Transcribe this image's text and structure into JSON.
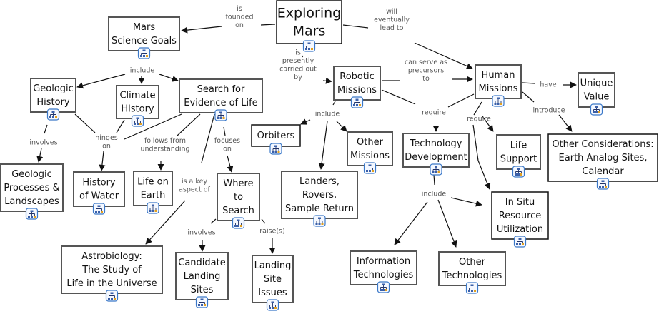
{
  "title": "Exploring Mars",
  "colors": {
    "background": "#ffffff",
    "node_border": "#555555",
    "link_text": "#555555",
    "icon_accent": "#3a78c8"
  },
  "nodes": [
    {
      "id": "exploring",
      "lines": [
        "Exploring",
        "Mars"
      ],
      "icon": "submap-icon"
    },
    {
      "id": "goals",
      "lines": [
        "Mars",
        "Science Goals"
      ],
      "icon": "submap-icon"
    },
    {
      "id": "geohist",
      "lines": [
        "Geologic",
        "History"
      ],
      "icon": "submap-icon"
    },
    {
      "id": "climate",
      "lines": [
        "Climate",
        "History"
      ],
      "icon": "submap-icon"
    },
    {
      "id": "search",
      "lines": [
        "Search for",
        "Evidence of Life"
      ],
      "icon": "submap-icon"
    },
    {
      "id": "geoproc",
      "lines": [
        "Geologic",
        "Processes &",
        "Landscapes"
      ],
      "icon": "submap-icon"
    },
    {
      "id": "water",
      "lines": [
        "History",
        "of Water"
      ],
      "icon": "submap-icon"
    },
    {
      "id": "lifeearth",
      "lines": [
        "Life on",
        "Earth"
      ],
      "icon": "submap-icon"
    },
    {
      "id": "where",
      "lines": [
        "Where",
        "to",
        "Search"
      ],
      "icon": "submap-icon"
    },
    {
      "id": "astro",
      "lines": [
        "Astrobiology:",
        "The Study of",
        "Life in the Universe"
      ],
      "icon": "submap-icon"
    },
    {
      "id": "candidate",
      "lines": [
        "Candidate",
        "Landing",
        "Sites"
      ],
      "icon": "submap-icon"
    },
    {
      "id": "issues",
      "lines": [
        "Landing",
        "Site",
        "Issues"
      ],
      "icon": "submap-icon"
    },
    {
      "id": "robotic",
      "lines": [
        "Robotic",
        "Missions"
      ],
      "icon": "submap-icon"
    },
    {
      "id": "orbiters",
      "lines": [
        "Orbiters"
      ],
      "icon": "submap-icon"
    },
    {
      "id": "othermis",
      "lines": [
        "Other",
        "Missions"
      ],
      "icon": "submap-icon"
    },
    {
      "id": "landers",
      "lines": [
        "Landers,",
        "Rovers,",
        "Sample Return"
      ],
      "icon": "submap-icon"
    },
    {
      "id": "human",
      "lines": [
        "Human",
        "Missions"
      ],
      "icon": "submap-icon"
    },
    {
      "id": "unique",
      "lines": [
        "Unique",
        "Value"
      ],
      "icon": "submap-icon"
    },
    {
      "id": "techdev",
      "lines": [
        "Technology",
        "Development"
      ],
      "icon": "submap-icon"
    },
    {
      "id": "lifesupport",
      "lines": [
        "Life",
        "Support"
      ],
      "icon": "submap-icon"
    },
    {
      "id": "othercons",
      "lines": [
        "Other Considerations:",
        "Earth Analog Sites,",
        "Calendar"
      ],
      "icon": "submap-icon"
    },
    {
      "id": "insitu",
      "lines": [
        "In Situ",
        "Resource",
        "Utilization"
      ],
      "icon": "submap-icon"
    },
    {
      "id": "infotech",
      "lines": [
        "Information",
        "Technologies"
      ],
      "icon": "submap-icon"
    },
    {
      "id": "othertech",
      "lines": [
        "Other",
        "Technologies"
      ],
      "icon": "submap-icon"
    }
  ],
  "links": [
    {
      "id": "l_founded",
      "lines": [
        "is",
        "founded",
        "on"
      ]
    },
    {
      "id": "l_lead",
      "lines": [
        "will",
        "eventually",
        "lead to"
      ]
    },
    {
      "id": "l_carried",
      "lines": [
        "is",
        "presently",
        "carried out",
        "by"
      ]
    },
    {
      "id": "l_include1",
      "lines": [
        "include"
      ]
    },
    {
      "id": "l_involves1",
      "lines": [
        "involves"
      ]
    },
    {
      "id": "l_hinges",
      "lines": [
        "hinges",
        "on"
      ]
    },
    {
      "id": "l_follows",
      "lines": [
        "follows from",
        "understanding"
      ]
    },
    {
      "id": "l_keyaspect",
      "lines": [
        "is a key",
        "aspect of"
      ]
    },
    {
      "id": "l_focuses",
      "lines": [
        "focuses",
        "on"
      ]
    },
    {
      "id": "l_involves2",
      "lines": [
        "involves"
      ]
    },
    {
      "id": "l_raises",
      "lines": [
        "raise(s)"
      ]
    },
    {
      "id": "l_include2",
      "lines": [
        "include"
      ]
    },
    {
      "id": "l_precursors",
      "lines": [
        "can serve as",
        "precursors",
        "to"
      ]
    },
    {
      "id": "l_require1",
      "lines": [
        "require"
      ]
    },
    {
      "id": "l_have",
      "lines": [
        "have"
      ]
    },
    {
      "id": "l_require2",
      "lines": [
        "require"
      ]
    },
    {
      "id": "l_introduce",
      "lines": [
        "introduce"
      ]
    },
    {
      "id": "l_include3",
      "lines": [
        "include"
      ]
    }
  ]
}
